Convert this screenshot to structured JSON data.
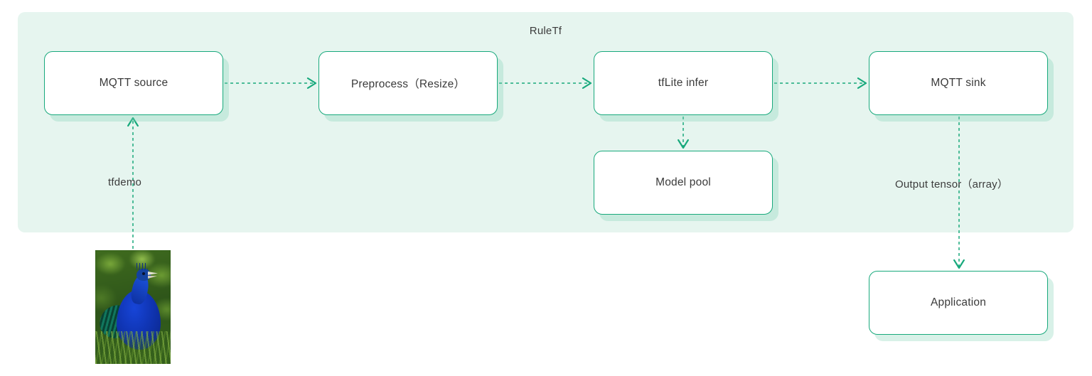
{
  "diagram": {
    "panel_title": "RuleTf",
    "nodes": [
      {
        "id": "mqtt-source",
        "label": "MQTT source"
      },
      {
        "id": "preprocess",
        "label": "Preprocess（Resize）"
      },
      {
        "id": "tflite",
        "label": "tfLite infer"
      },
      {
        "id": "mqtt-sink",
        "label": "MQTT sink"
      },
      {
        "id": "model-pool",
        "label": "Model pool"
      },
      {
        "id": "application",
        "label": "Application"
      }
    ],
    "edge_labels": {
      "tfdemo": "tfdemo",
      "output_tensor": "Output tensor（array）"
    },
    "image": {
      "name": "peacock-photo",
      "alt": "Photo of a blue peacock standing in green foliage"
    },
    "colors": {
      "panel_background": "#e6f5ef",
      "node_border": "#18a97c",
      "node_background": "#ffffff",
      "connector": "#18a97c",
      "text": "#3a3a3a",
      "shadow": "#7dd0b2"
    }
  }
}
